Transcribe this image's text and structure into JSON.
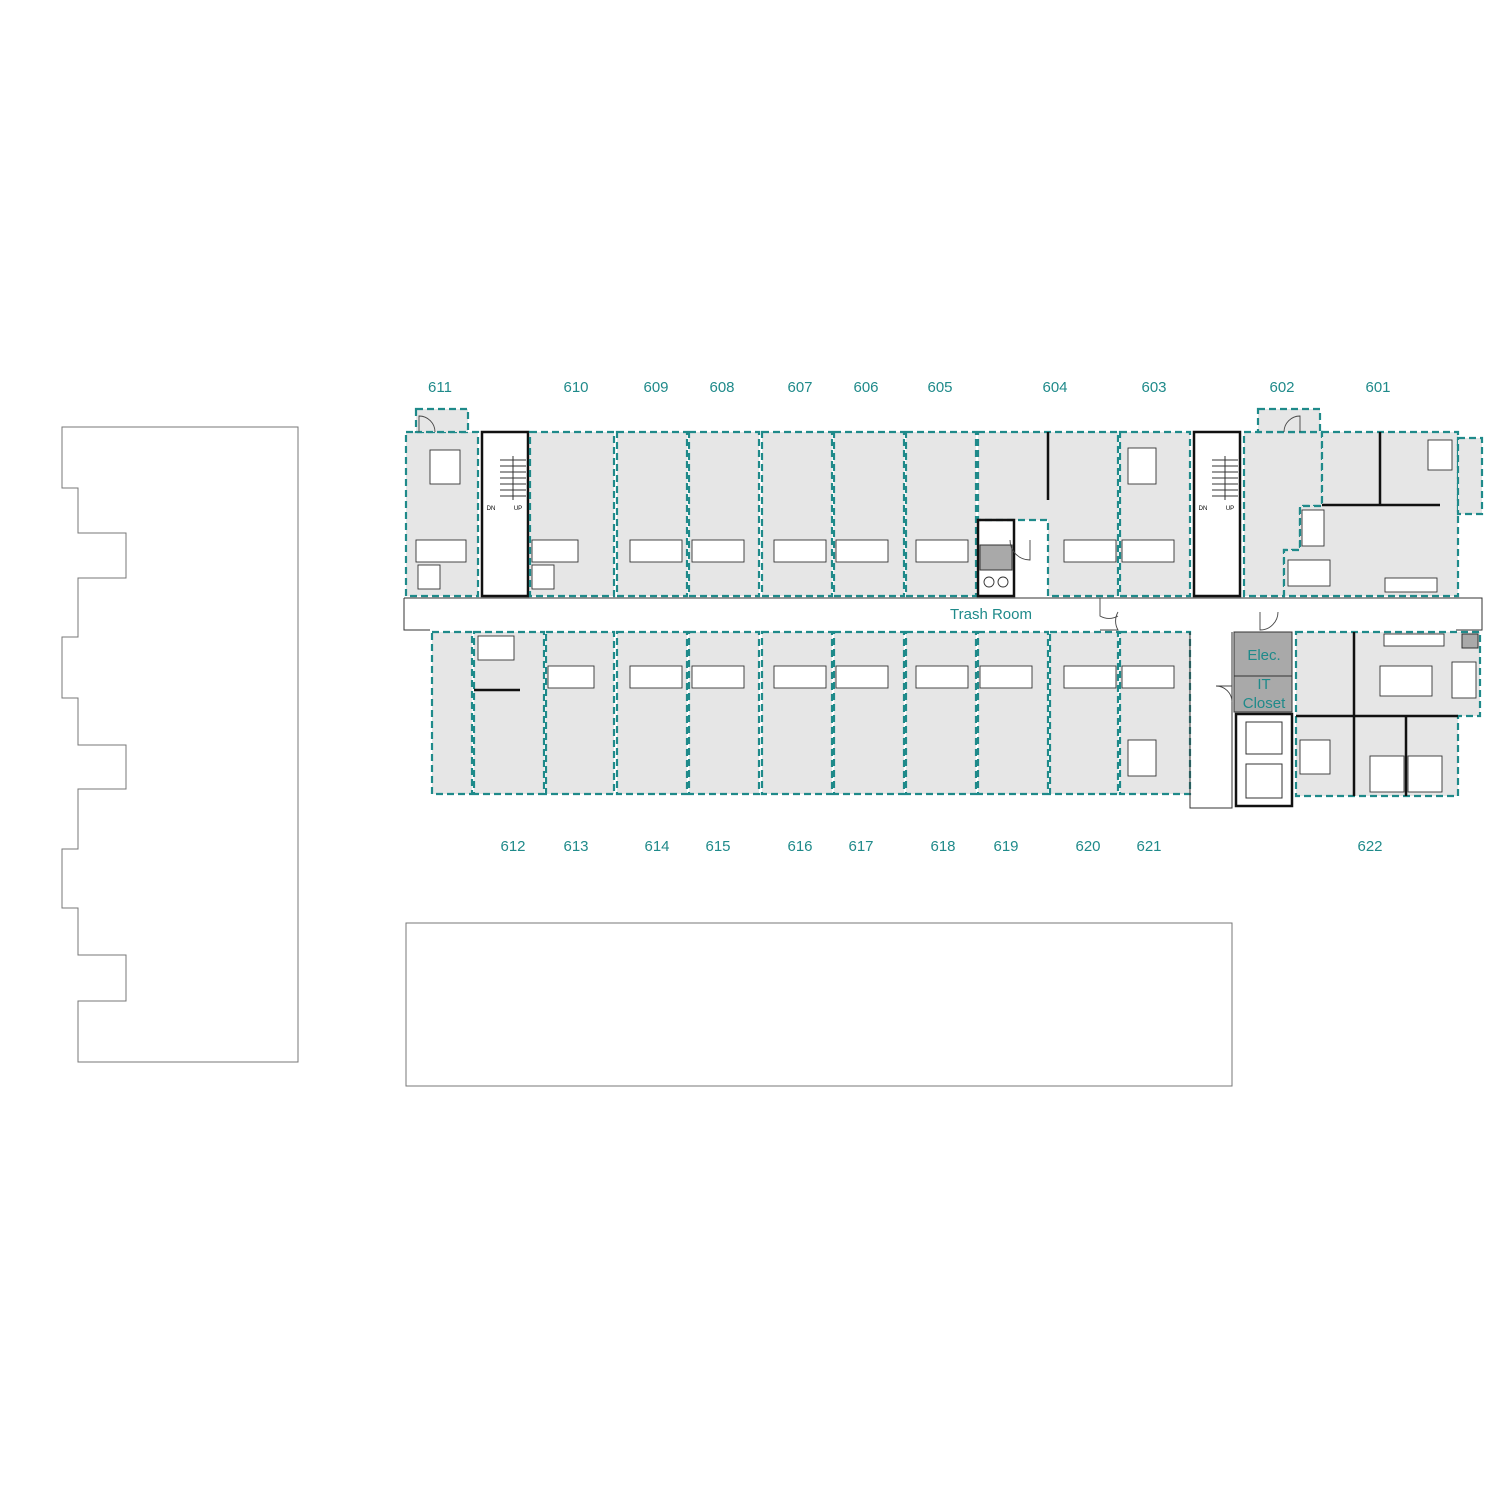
{
  "plan": {
    "top_units": [
      "611",
      "610",
      "609",
      "608",
      "607",
      "606",
      "605",
      "604",
      "603",
      "602",
      "601"
    ],
    "bottom_units": [
      "612",
      "613",
      "614",
      "615",
      "616",
      "617",
      "618",
      "619",
      "620",
      "621",
      "622"
    ],
    "rooms": {
      "trash": "Trash Room",
      "elec": "Elec.",
      "it_line1": "IT",
      "it_line2": "Closet"
    },
    "stair_labels": [
      "DN",
      "UP",
      "DN",
      "UP"
    ]
  },
  "colors": {
    "accent": "#1f8a8a",
    "unit_fill": "#e6e6e6",
    "service_fill": "#a9a9a9",
    "wall": "#111111"
  }
}
